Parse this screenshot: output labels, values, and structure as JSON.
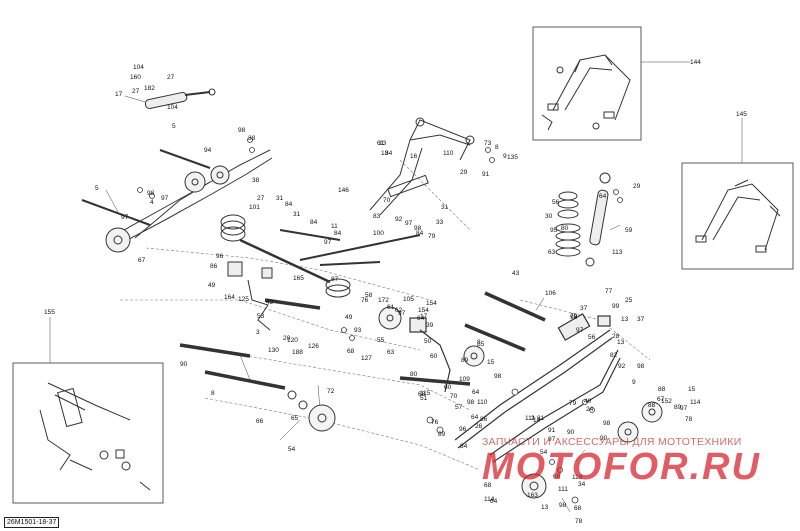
{
  "diagram": {
    "drawing_code": "26M1501-18-37",
    "watermark": {
      "line1": "ЗАПЧАСТИ И АКСЕССУАРЫ ДЛЯ МОТОТЕХНИКИ",
      "brand": "MOTOFOR.RU"
    },
    "callouts": [
      "144",
      "145",
      "155",
      "17",
      "104",
      "160",
      "182",
      "27",
      "104",
      "27",
      "5",
      "98",
      "38",
      "94",
      "5",
      "98",
      "97",
      "4",
      "97",
      "67",
      "38",
      "27",
      "31",
      "84",
      "101",
      "31",
      "84",
      "11",
      "97",
      "84",
      "83",
      "100",
      "70",
      "92",
      "97",
      "98",
      "84",
      "79",
      "33",
      "31",
      "84",
      "16",
      "61",
      "110",
      "29",
      "91",
      "73",
      "8",
      "9",
      "135",
      "13",
      "13",
      "146",
      "96",
      "86",
      "49",
      "164",
      "125",
      "42",
      "53",
      "3",
      "20",
      "188",
      "120",
      "126",
      "165",
      "130",
      "87",
      "58",
      "49",
      "63",
      "55",
      "68",
      "93",
      "127",
      "90",
      "8",
      "66",
      "65",
      "72",
      "54",
      "62",
      "172",
      "76",
      "61",
      "56",
      "30",
      "95",
      "64",
      "29",
      "80",
      "63",
      "113",
      "59",
      "43",
      "106",
      "77",
      "25",
      "37",
      "99",
      "79",
      "13",
      "37",
      "13",
      "28",
      "92",
      "82",
      "98",
      "56",
      "97",
      "105",
      "154",
      "154",
      "17",
      "50",
      "60",
      "89",
      "85",
      "98",
      "15",
      "97",
      "64",
      "39",
      "8",
      "80",
      "51",
      "60",
      "115",
      "70",
      "110",
      "57",
      "76",
      "64",
      "86",
      "89",
      "96",
      "98",
      "68",
      "64",
      "26",
      "109",
      "79",
      "40",
      "24",
      "14",
      "97",
      "54",
      "9",
      "98",
      "88",
      "97",
      "88",
      "67",
      "152",
      "89",
      "15",
      "114",
      "78",
      "68",
      "64",
      "163",
      "111",
      "34",
      "98",
      "78",
      "118",
      "68",
      "91",
      "81",
      "90",
      "84",
      "111",
      "68",
      "114",
      "2",
      "98",
      "90",
      "13"
    ]
  }
}
